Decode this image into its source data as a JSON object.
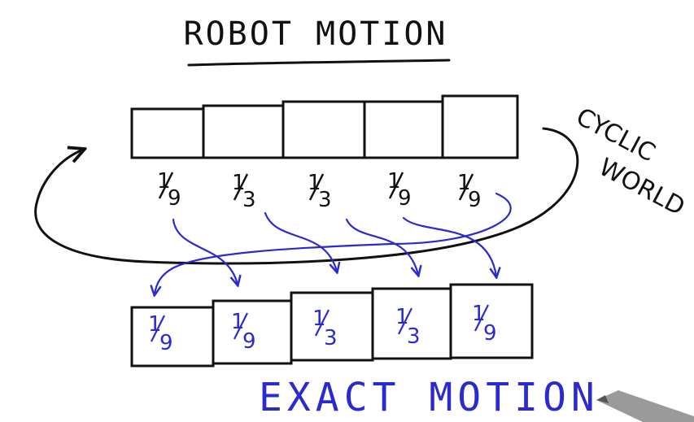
{
  "title": "ROBOT MOTION",
  "side_label_line1": "CYCLIC",
  "side_label_line2": "WORLD",
  "prior_probs": [
    {
      "num": "1",
      "den": "9"
    },
    {
      "num": "1",
      "den": "3"
    },
    {
      "num": "1",
      "den": "3"
    },
    {
      "num": "1",
      "den": "9"
    },
    {
      "num": "1",
      "den": "9"
    }
  ],
  "posterior_probs": [
    {
      "num": "1",
      "den": "9"
    },
    {
      "num": "1",
      "den": "9"
    },
    {
      "num": "1",
      "den": "3"
    },
    {
      "num": "1",
      "den": "3"
    },
    {
      "num": "1",
      "den": "9"
    }
  ],
  "caption": "EXACT MOTION",
  "colors": {
    "ink": "#111111",
    "pen_blue": "#2a2ad0"
  }
}
